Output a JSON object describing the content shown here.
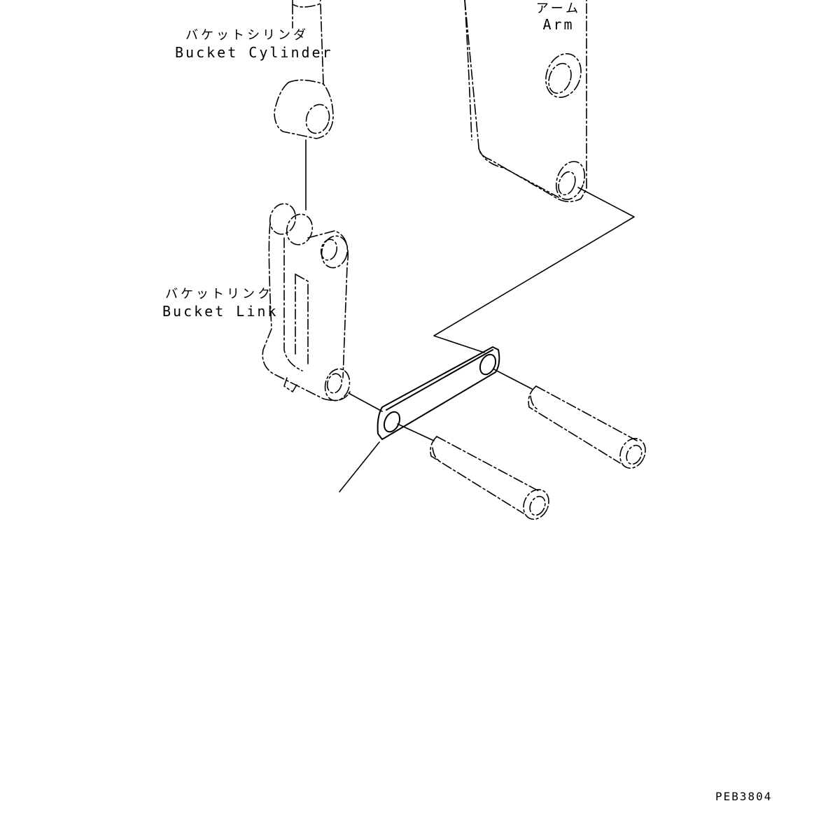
{
  "labels": {
    "bucket_cylinder_jp": "バケットシリンダ",
    "bucket_cylinder_en": "Bucket Cylinder",
    "arm_jp": "アーム",
    "arm_en": "Arm",
    "bucket_link_jp": "バケットリンク",
    "bucket_link_en": "Bucket Link"
  },
  "drawing_code": "PEB3804",
  "colors": {
    "line": "#000000",
    "background": "#ffffff"
  }
}
